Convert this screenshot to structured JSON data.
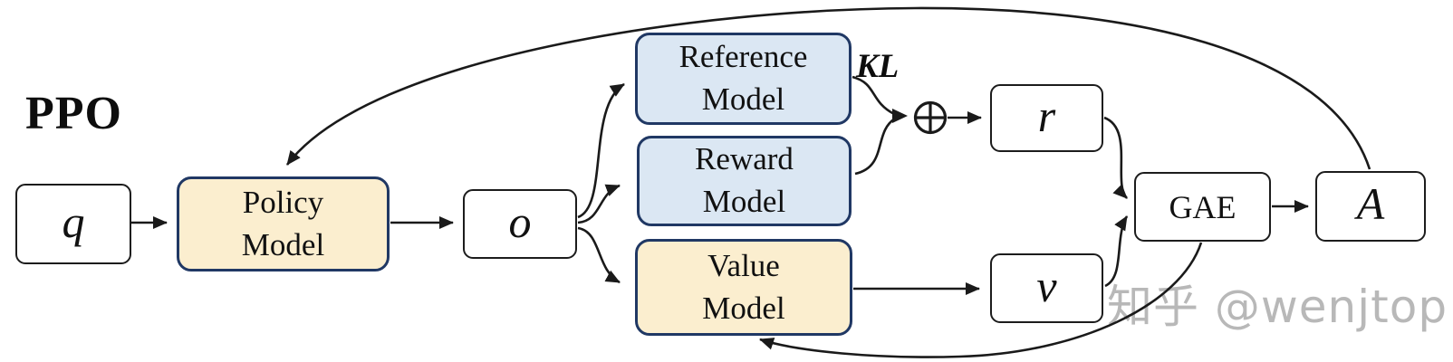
{
  "title": "PPO",
  "watermark": "知乎 @wenjtop",
  "colors": {
    "trained_model_fill": "#fbeecf",
    "frozen_model_fill": "#dbe7f3",
    "model_border": "#203864",
    "io_box_border": "#1c1c1c",
    "line": "#1a1a1a",
    "watermark_gray": "#b3b3b3"
  },
  "nodes": {
    "q": {
      "label": "q"
    },
    "policy": {
      "line1": "Policy",
      "line2": "Model"
    },
    "o": {
      "label": "o"
    },
    "reference": {
      "line1": "Reference",
      "line2": "Model"
    },
    "reward": {
      "line1": "Reward",
      "line2": "Model"
    },
    "value": {
      "line1": "Value",
      "line2": "Model"
    },
    "oplus": {
      "symbol": "⊕"
    },
    "r": {
      "label": "r"
    },
    "v": {
      "label": "v"
    },
    "gae": {
      "label": "GAE"
    },
    "A": {
      "label": "A"
    }
  },
  "labels": {
    "kl": "KL"
  },
  "edges": [
    {
      "from": "q",
      "to": "Policy Model"
    },
    {
      "from": "Policy Model",
      "to": "o"
    },
    {
      "from": "o",
      "to": "Reference Model"
    },
    {
      "from": "o",
      "to": "Reward Model"
    },
    {
      "from": "o",
      "to": "Value Model"
    },
    {
      "from": "Reference Model",
      "to": "⊕",
      "label": "KL"
    },
    {
      "from": "Reward Model",
      "to": "⊕"
    },
    {
      "from": "⊕",
      "to": "r"
    },
    {
      "from": "Value Model",
      "to": "v"
    },
    {
      "from": "r",
      "to": "GAE"
    },
    {
      "from": "v",
      "to": "GAE"
    },
    {
      "from": "GAE",
      "to": "A"
    },
    {
      "from": "A",
      "to": "Policy Model",
      "note": "top feedback curve"
    },
    {
      "from": "GAE",
      "to": "Value Model",
      "note": "bottom feedback curve"
    }
  ]
}
